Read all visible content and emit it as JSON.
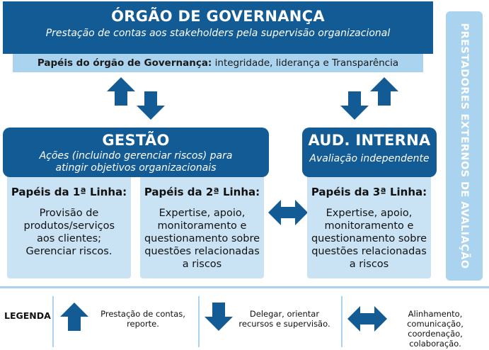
{
  "governance": {
    "title": "ÓRGÃO DE GOVERNANÇA",
    "subtitle": "Prestação de contas aos stakeholders pela supervisão organizacional",
    "roles_label": "Papéis do órgão de Governança:",
    "roles_text": " integridade, liderança e Transparência"
  },
  "management": {
    "title": "GESTÃO",
    "subtitle": "Ações (incluindo gerenciar riscos) para atingir objetivos organizacionais",
    "first_line": {
      "heading": "Papéis da 1ª Linha:",
      "text": "Provisão de produtos/serviços aos clientes; Gerenciar riscos."
    },
    "second_line": {
      "heading": "Papéis da 2ª Linha:",
      "text": "Expertise, apoio, monitoramento e questionamento sobre questões relacionadas a riscos"
    }
  },
  "internal_audit": {
    "title": "AUD. INTERNA",
    "subtitle": "Avaliação independente",
    "third_line": {
      "heading": "Papéis da 3ª Linha:",
      "text": "Expertise, apoio, monitoramento e questionamento sobre questões relacionadas a riscos"
    }
  },
  "external": {
    "label": "PRESTADORES EXTERNOS DE AVALIAÇÃO"
  },
  "legend": {
    "title": "LEGENDA",
    "up": "Prestação de contas, reporte.",
    "down": "Delegar, orientar recursos e supervisão.",
    "both": "Alinhamento, comunicação, coordenação, colaboração."
  },
  "colors": {
    "navy": "#135b94",
    "light_blue": "#a9d3ef",
    "pale_blue": "#c9e3f5"
  },
  "icons": [
    "arrow-up-icon",
    "arrow-down-icon",
    "arrow-left-right-icon"
  ]
}
